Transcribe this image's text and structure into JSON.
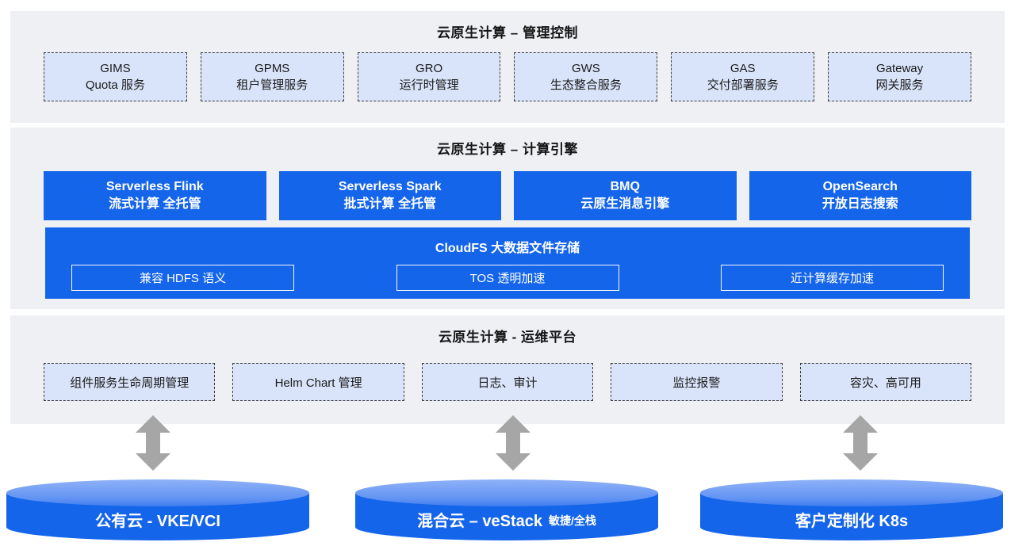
{
  "mgmt": {
    "title": "云原生计算 – 管理控制",
    "items": [
      {
        "line1": "GIMS",
        "line2": "Quota 服务"
      },
      {
        "line1": "GPMS",
        "line2": "租户管理服务"
      },
      {
        "line1": "GRO",
        "line2": "运行时管理"
      },
      {
        "line1": "GWS",
        "line2": "生态整合服务"
      },
      {
        "line1": "GAS",
        "line2": "交付部署服务"
      },
      {
        "line1": "Gateway",
        "line2": "网关服务"
      }
    ]
  },
  "engine": {
    "title": "云原生计算 – 计算引擎",
    "boxes": [
      {
        "line1": "Serverless Flink",
        "line2": "流式计算 全托管"
      },
      {
        "line1": "Serverless Spark",
        "line2": "批式计算 全托管"
      },
      {
        "line1": "BMQ",
        "line2": "云原生消息引擎"
      },
      {
        "line1": "OpenSearch",
        "line2": "开放日志搜索"
      }
    ],
    "cloudfs": {
      "title": "CloudFS 大数据文件存储",
      "features": [
        "兼容 HDFS 语义",
        "TOS 透明加速",
        "近计算缓存加速"
      ]
    }
  },
  "ops": {
    "title": "云原生计算 - 运维平台",
    "items": [
      "组件服务生命周期管理",
      "Helm Chart 管理",
      "日志、审计",
      "监控报警",
      "容灾、高可用"
    ]
  },
  "platforms": {
    "items": [
      {
        "label": "公有云 - VKE/VCI",
        "suffix": ""
      },
      {
        "label": "混合云 – veStack",
        "suffix": "敏捷/全栈"
      },
      {
        "label": "客户定制化 K8s",
        "suffix": ""
      }
    ]
  },
  "icons": {
    "flow_connector": "double-arrow-vertical-icon"
  },
  "colors": {
    "accent_blue": "#1565EB",
    "cylinder_top_blue": "#6294F3",
    "dashed_box_fill": "#D9E4FA",
    "section_background": "#EEF0F4",
    "arrow_gray": "#A6A6A6",
    "text_dark": "#1A1A1A",
    "text_white": "#FFFFFF"
  }
}
